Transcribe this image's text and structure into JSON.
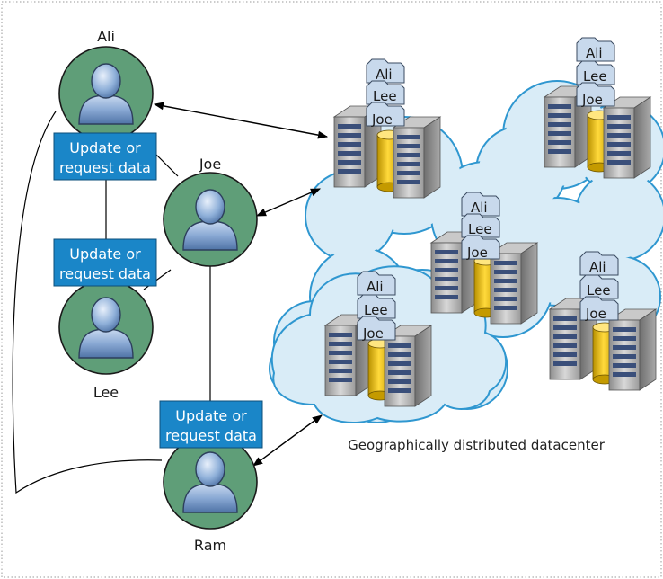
{
  "users": {
    "ali": "Ali",
    "joe": "Joe",
    "lee": "Lee",
    "ram": "Ram"
  },
  "action_button": {
    "line1": "Update or",
    "line2": "request data"
  },
  "replica_files": [
    "Ali",
    "Lee",
    "Joe"
  ],
  "caption": "Geographically distributed datacenter",
  "colors": {
    "user_circle": "#5f9e78",
    "button": "#1a86c8",
    "cloud_fill": "#d9ecf7",
    "cloud_stroke": "#2f97d0",
    "file_fill": "#c8d9ec",
    "cylinder": "#f0c419"
  }
}
